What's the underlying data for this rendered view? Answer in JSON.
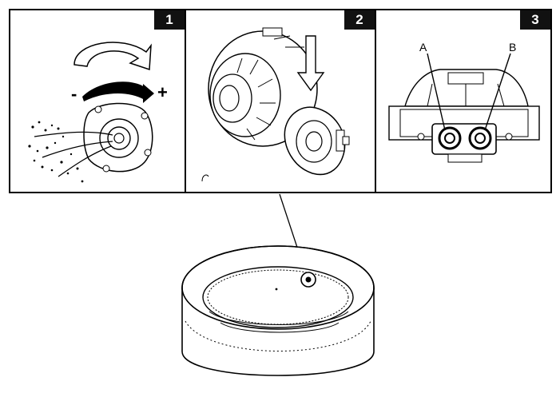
{
  "panels": [
    {
      "number": "1",
      "arrow_minus": "-",
      "arrow_plus": "+"
    },
    {
      "number": "2"
    },
    {
      "number": "3",
      "label_a": "A",
      "label_b": "B"
    }
  ]
}
